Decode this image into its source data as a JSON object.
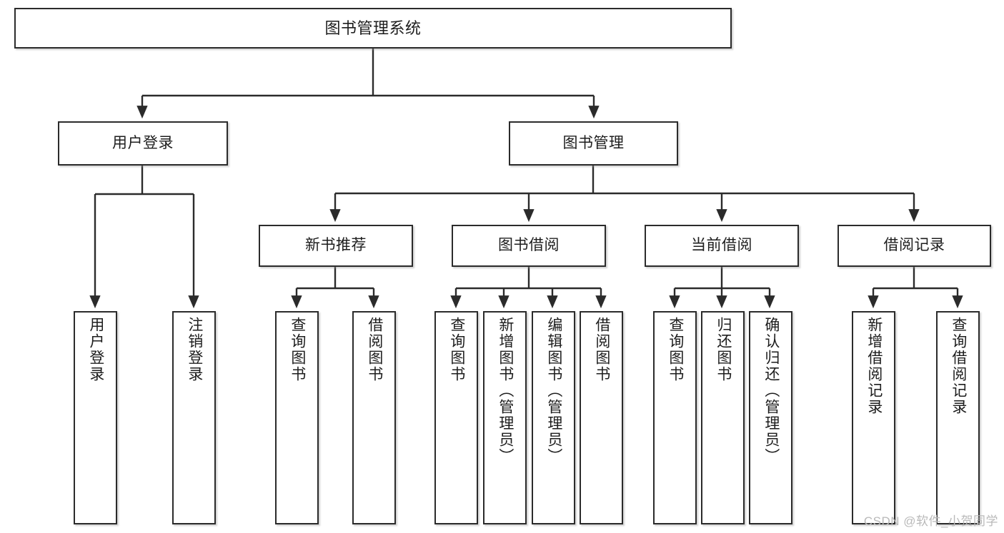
{
  "diagram": {
    "title": "图书管理系统",
    "type": "tree-hierarchy-chart",
    "watermark": "CSDN @软件_小贺同学",
    "root": {
      "id": "root",
      "label": "图书管理系统"
    },
    "level1": [
      {
        "id": "user-login",
        "label": "用户登录"
      },
      {
        "id": "book-management",
        "label": "图书管理"
      }
    ],
    "level2": [
      {
        "id": "new-book-recommend",
        "label": "新书推荐",
        "parent": "book-management"
      },
      {
        "id": "book-borrow",
        "label": "图书借阅",
        "parent": "book-management"
      },
      {
        "id": "current-borrow",
        "label": "当前借阅",
        "parent": "book-management"
      },
      {
        "id": "borrow-record",
        "label": "借阅记录",
        "parent": "book-management"
      }
    ],
    "leaves": [
      {
        "id": "leaf-user-login",
        "label": "用户登录",
        "parent": "user-login"
      },
      {
        "id": "leaf-logout",
        "label": "注销登录",
        "parent": "user-login"
      },
      {
        "id": "leaf-query-book-1",
        "label": "查询图书",
        "parent": "new-book-recommend"
      },
      {
        "id": "leaf-borrow-book-1",
        "label": "借阅图书",
        "parent": "new-book-recommend"
      },
      {
        "id": "leaf-query-book-2",
        "label": "查询图书",
        "parent": "book-borrow"
      },
      {
        "id": "leaf-add-book",
        "label": "新增图书（管理员）",
        "parent": "book-borrow"
      },
      {
        "id": "leaf-edit-book",
        "label": "编辑图书（管理员）",
        "parent": "book-borrow"
      },
      {
        "id": "leaf-borrow-book-2",
        "label": "借阅图书",
        "parent": "book-borrow"
      },
      {
        "id": "leaf-query-book-3",
        "label": "查询图书",
        "parent": "current-borrow"
      },
      {
        "id": "leaf-return-book",
        "label": "归还图书",
        "parent": "current-borrow"
      },
      {
        "id": "leaf-confirm-return",
        "label": "确认归还（管理员）",
        "parent": "current-borrow"
      },
      {
        "id": "leaf-add-record",
        "label": "新增借阅记录",
        "parent": "borrow-record"
      },
      {
        "id": "leaf-query-record",
        "label": "查询借阅记录",
        "parent": "borrow-record"
      }
    ],
    "colors": {
      "stroke": "#2b2b2b",
      "fill": "#ffffff",
      "text": "#1d1d1d",
      "watermark": "#b9b9b9"
    }
  }
}
